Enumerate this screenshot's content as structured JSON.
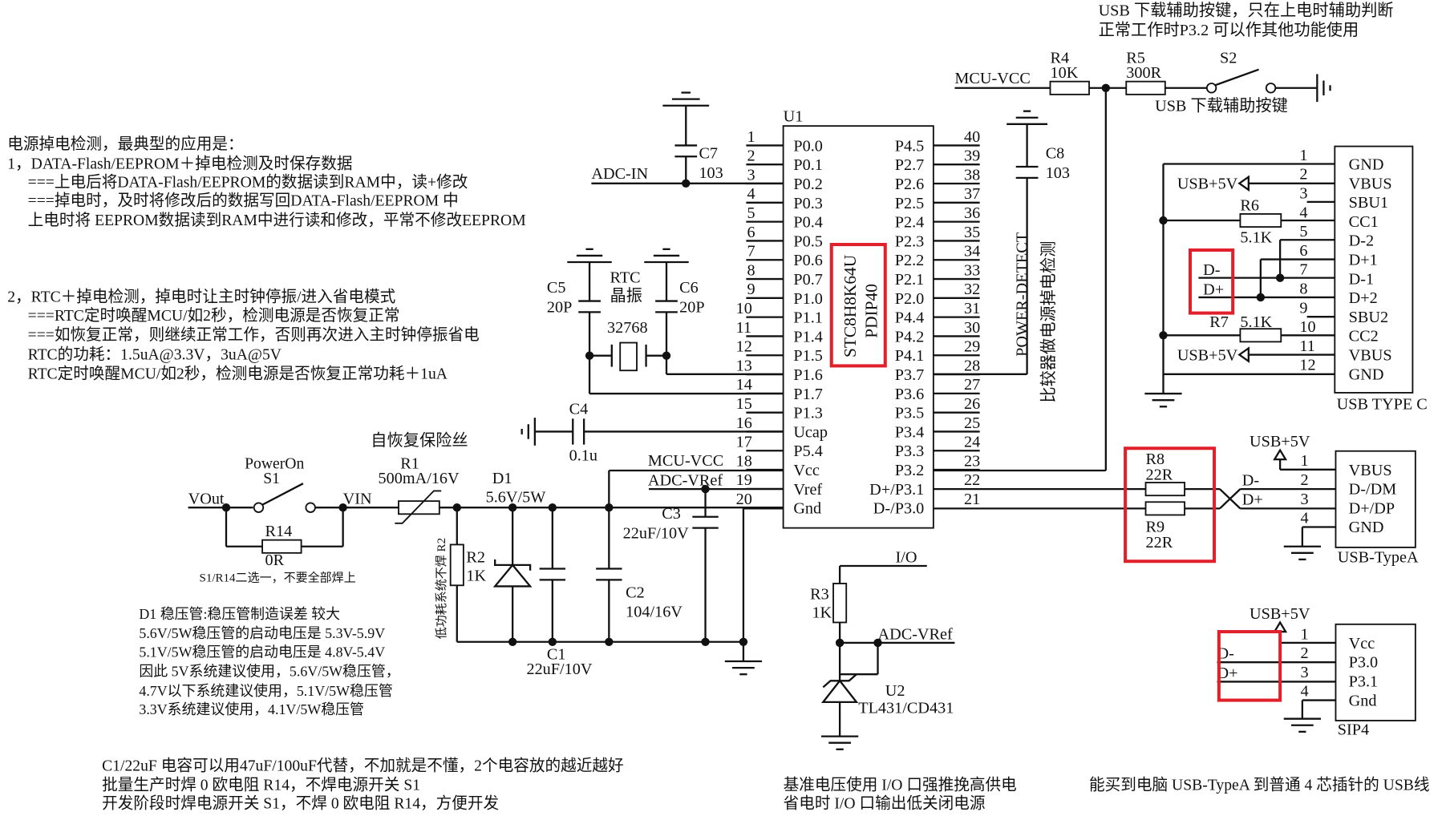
{
  "notes": {
    "top_right": [
      "USB 下载辅助按键，只在上电时辅助判断",
      "正常工作时P3.2 可以作其他功能使用"
    ],
    "power_detect_intro": [
      "电源掉电检测，最典型的应用是：",
      "1，DATA-Flash/EEPROM＋掉电检测及时保存数据",
      "===上电后将DATA-Flash/EEPROM的数据读到RAM中，读+修改",
      "===掉电时，及时将修改后的数据写回DATA-Flash/EEPROM 中",
      "上电时将 EEPROM数据读到RAM中进行读和修改，平常不修改EEPROM"
    ],
    "rtc": [
      "2，RTC＋掉电检测，掉电时让主时钟停振/进入省电模式",
      "===RTC定时唤醒MCU/如2秒，检测电源是否恢复正常",
      "===如恢复正常，则继续正常工作，否则再次进入主时钟停振省电",
      "RTC的功耗：1.5uA@3.3V，3uA@5V",
      "RTC定时唤醒MCU/如2秒，检测电源是否恢复正常功耗＋1uA"
    ],
    "zener": [
      "D1 稳压管:稳压管制造误差 较大",
      "5.6V/5W稳压管的启动电压是 5.3V-5.9V",
      "5.1V/5W稳压管的启动电压是 4.8V-5.4V",
      "因此 5V系统建议使用，5.6V/5W稳压管，",
      "4.7V以下系统建议使用，5.1V/5W稳压管",
      "3.3V系统建议使用，4.1V/5W稳压管"
    ],
    "bottom_left": [
      "C1/22uF 电容可以用47uF/100uF代替，不加就是不懂，2个电容放的越近越好",
      "批量生产时焊 0 欧电阻 R14，不焊电源开关 S1",
      "开发阶段时焊电源开关 S1，不焊 0 欧电阻 R14，方便开发"
    ],
    "bottom_mid": [
      "基准电压使用 I/O 口强推挽高供电",
      "省电时 I/O 口输出低关闭电源"
    ],
    "bottom_right": "能买到电脑 USB-TypeA 到普通 4 芯插针的 USB线",
    "s1_r14": "S1/R14二选一，不要全部焊上",
    "fuse_label": "自恢复保险丝",
    "r2_note": "低功耗系统不焊 R2",
    "power_detect_cn": "比较器做电源掉电检测",
    "s2_label": "USB 下载辅助按键"
  },
  "mcu": {
    "ref": "U1",
    "part": "STC8H8K64U",
    "package": "PDIP40",
    "left_pins": [
      {
        "num": "1",
        "name": "P0.0"
      },
      {
        "num": "2",
        "name": "P0.1"
      },
      {
        "num": "3",
        "name": "P0.2"
      },
      {
        "num": "4",
        "name": "P0.3"
      },
      {
        "num": "5",
        "name": "P0.4"
      },
      {
        "num": "6",
        "name": "P0.5"
      },
      {
        "num": "7",
        "name": "P0.6"
      },
      {
        "num": "8",
        "name": "P0.7"
      },
      {
        "num": "9",
        "name": "P1.0"
      },
      {
        "num": "10",
        "name": "P1.1"
      },
      {
        "num": "11",
        "name": "P1.4"
      },
      {
        "num": "12",
        "name": "P1.5"
      },
      {
        "num": "13",
        "name": "P1.6"
      },
      {
        "num": "14",
        "name": "P1.7"
      },
      {
        "num": "15",
        "name": "P1.3"
      },
      {
        "num": "16",
        "name": "Ucap"
      },
      {
        "num": "17",
        "name": "P5.4"
      },
      {
        "num": "18",
        "name": "Vcc"
      },
      {
        "num": "19",
        "name": "Vref"
      },
      {
        "num": "20",
        "name": "Gnd"
      }
    ],
    "right_pins": [
      {
        "num": "40",
        "name": "P4.5"
      },
      {
        "num": "39",
        "name": "P2.7"
      },
      {
        "num": "38",
        "name": "P2.6"
      },
      {
        "num": "37",
        "name": "P2.5"
      },
      {
        "num": "36",
        "name": "P2.4"
      },
      {
        "num": "35",
        "name": "P2.3"
      },
      {
        "num": "34",
        "name": "P2.2"
      },
      {
        "num": "33",
        "name": "P2.1"
      },
      {
        "num": "32",
        "name": "P2.0"
      },
      {
        "num": "31",
        "name": "P4.4"
      },
      {
        "num": "30",
        "name": "P4.2"
      },
      {
        "num": "29",
        "name": "P4.1"
      },
      {
        "num": "28",
        "name": "P3.7"
      },
      {
        "num": "27",
        "name": "P3.6"
      },
      {
        "num": "26",
        "name": "P3.5"
      },
      {
        "num": "25",
        "name": "P3.4"
      },
      {
        "num": "24",
        "name": "P3.3"
      },
      {
        "num": "23",
        "name": "P3.2"
      },
      {
        "num": "22",
        "name": "D+/P3.1"
      },
      {
        "num": "21",
        "name": "D-/P3.0"
      }
    ]
  },
  "nets": {
    "mcu_vcc": "MCU-VCC",
    "adc_in": "ADC-IN",
    "adc_vref": "ADC-VRef",
    "power_detect": "POWER-DETECT",
    "vout": "VOut",
    "vin": "VIN",
    "io": "I/O",
    "usb5v": "USB+5V",
    "dminus": "D-",
    "dplus": "D+"
  },
  "components": {
    "r1": {
      "ref": "R1",
      "value": "500mA/16V"
    },
    "r2": {
      "ref": "R2",
      "value": "1K"
    },
    "r3": {
      "ref": "R3",
      "value": "1K"
    },
    "r4": {
      "ref": "R4",
      "value": "10K"
    },
    "r5": {
      "ref": "R5",
      "value": "300R"
    },
    "r6": {
      "ref": "R6",
      "value": "5.1K"
    },
    "r7": {
      "ref": "R7",
      "value": "5.1K"
    },
    "r8": {
      "ref": "R8",
      "value": "22R"
    },
    "r9": {
      "ref": "R9",
      "value": "22R"
    },
    "r14": {
      "ref": "R14",
      "value": "0R"
    },
    "c1": {
      "ref": "C1",
      "value": "22uF/10V"
    },
    "c2": {
      "ref": "C2",
      "value": "104/16V"
    },
    "c3": {
      "ref": "C3",
      "value": "22uF/10V"
    },
    "c4": {
      "ref": "C4",
      "value": "0.1u"
    },
    "c5": {
      "ref": "C5",
      "value": "20P"
    },
    "c6": {
      "ref": "C6",
      "value": "20P"
    },
    "c7": {
      "ref": "C7",
      "value": "103"
    },
    "c8": {
      "ref": "C8",
      "value": "103"
    },
    "d1": {
      "ref": "D1",
      "value": "5.6V/5W"
    },
    "u2": {
      "ref": "U2",
      "value": "TL431/CD431"
    },
    "s1": {
      "ref": "S1",
      "label": "PowerOn"
    },
    "s2": {
      "ref": "S2"
    },
    "xtal": {
      "label1": "RTC",
      "label2": "晶振",
      "value": "32768"
    }
  },
  "typec": {
    "title": "USB TYPE C",
    "pins": [
      {
        "num": "1",
        "name": "GND"
      },
      {
        "num": "2",
        "name": "VBUS"
      },
      {
        "num": "3",
        "name": "SBU1"
      },
      {
        "num": "4",
        "name": "CC1"
      },
      {
        "num": "5",
        "name": "D-2"
      },
      {
        "num": "6",
        "name": "D+1"
      },
      {
        "num": "7",
        "name": "D-1"
      },
      {
        "num": "8",
        "name": "D+2"
      },
      {
        "num": "9",
        "name": "SBU2"
      },
      {
        "num": "10",
        "name": "CC2"
      },
      {
        "num": "11",
        "name": "VBUS"
      },
      {
        "num": "12",
        "name": "GND"
      }
    ]
  },
  "typea": {
    "title": "USB-TypeA",
    "pins": [
      {
        "num": "1",
        "name": "VBUS"
      },
      {
        "num": "2",
        "name": "D-/DM"
      },
      {
        "num": "3",
        "name": "D+/DP"
      },
      {
        "num": "4",
        "name": "GND"
      }
    ]
  },
  "sip4": {
    "title": "SIP4",
    "pins": [
      {
        "num": "1",
        "name": "Vcc"
      },
      {
        "num": "2",
        "name": "P3.0"
      },
      {
        "num": "3",
        "name": "P3.1"
      },
      {
        "num": "4",
        "name": "Gnd"
      }
    ]
  },
  "colors": {
    "highlight": "#e0202a",
    "ink": "#111111"
  }
}
